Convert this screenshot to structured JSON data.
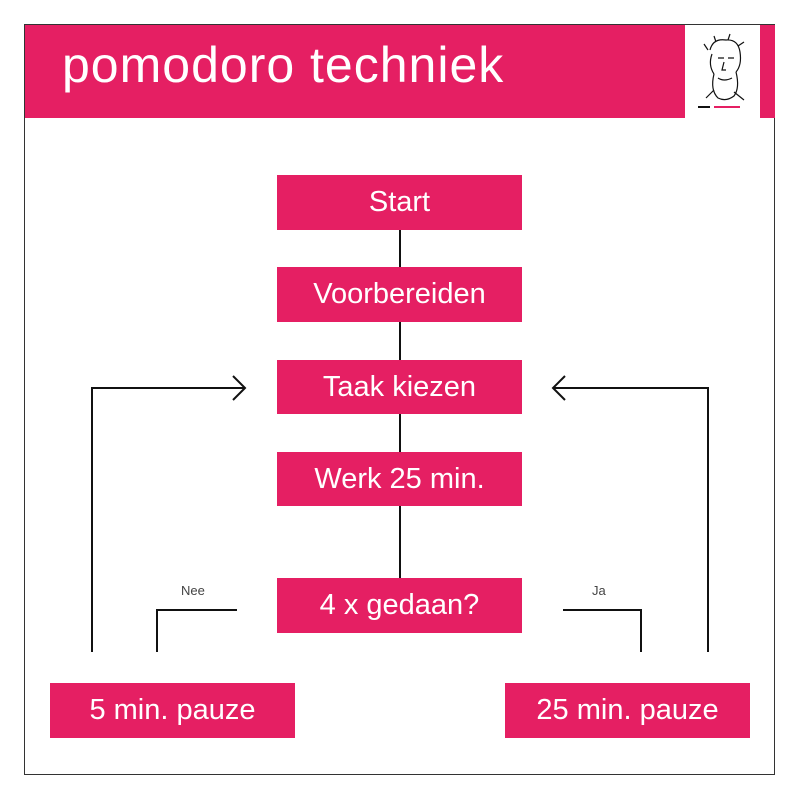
{
  "header": {
    "title": "pomodoro techniek",
    "logo_alt": "portrait logo"
  },
  "flow": {
    "start": "Start",
    "prepare": "Voorbereiden",
    "choose_task": "Taak kiezen",
    "work": "Werk 25 min.",
    "done_check": "4 x gedaan?",
    "no_label": "Nee",
    "yes_label": "Ja",
    "short_break": "5 min. pauze",
    "long_break": "25 min. pauze"
  },
  "colors": {
    "accent": "#e51f63"
  }
}
